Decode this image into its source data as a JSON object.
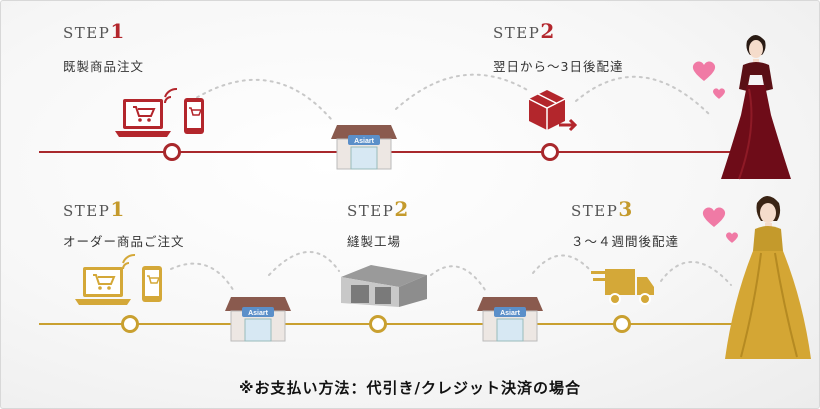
{
  "top_row": {
    "steps": [
      {
        "prefix": "STEP",
        "num": "1",
        "text": "既製商品注文"
      },
      {
        "prefix": "STEP",
        "num": "2",
        "text": "翌日から～3日後配達"
      }
    ],
    "shop_sign": "Asiart",
    "color": "#a8282c"
  },
  "bottom_row": {
    "steps": [
      {
        "prefix": "STEP",
        "num": "1",
        "text": "オーダー商品ご注文"
      },
      {
        "prefix": "STEP",
        "num": "2",
        "text": "縫製工場"
      },
      {
        "prefix": "STEP",
        "num": "3",
        "text": "３～４週間後配達"
      }
    ],
    "shop_sign_1": "Asiart",
    "shop_sign_2": "Asiart",
    "color": "#c9a030"
  },
  "icons": [
    "laptop-cart-icon",
    "smartphone-cart-icon",
    "shop-icon",
    "box-delivery-icon",
    "factory-icon",
    "truck-icon",
    "heart-icon"
  ],
  "footer": "※お支払い方法：代引き/クレジット決済の場合"
}
